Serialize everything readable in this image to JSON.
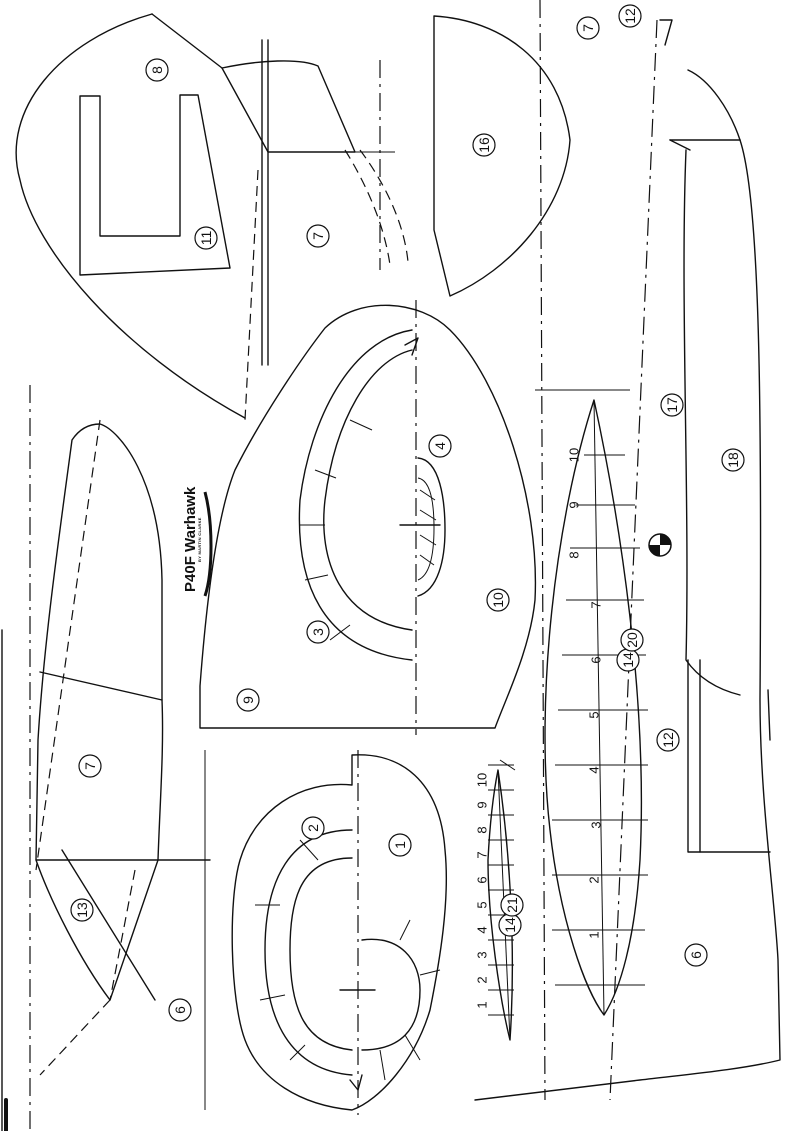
{
  "logo": {
    "title": "P40F Warhawk",
    "byline": "BY MARTIN CLARKE"
  },
  "parts": [
    {
      "key": "p1",
      "label": "1"
    },
    {
      "key": "p2",
      "label": "2"
    },
    {
      "key": "p3",
      "label": "3"
    },
    {
      "key": "p4",
      "label": "4"
    },
    {
      "key": "p6a",
      "label": "6"
    },
    {
      "key": "p6b",
      "label": "6"
    },
    {
      "key": "p7a",
      "label": "7"
    },
    {
      "key": "p7b",
      "label": "7"
    },
    {
      "key": "p7c",
      "label": "7"
    },
    {
      "key": "p8",
      "label": "8"
    },
    {
      "key": "p9",
      "label": "9"
    },
    {
      "key": "p10",
      "label": "10"
    },
    {
      "key": "p11",
      "label": "11"
    },
    {
      "key": "p12a",
      "label": "12"
    },
    {
      "key": "p12b",
      "label": "12"
    },
    {
      "key": "p13",
      "label": "13"
    },
    {
      "key": "p14a",
      "label": "14"
    },
    {
      "key": "p14b",
      "label": "14"
    },
    {
      "key": "p16",
      "label": "16"
    },
    {
      "key": "p17",
      "label": "17"
    },
    {
      "key": "p18",
      "label": "18"
    },
    {
      "key": "p20",
      "label": "20"
    },
    {
      "key": "p21",
      "label": "21"
    }
  ],
  "large_rib_numbers": [
    "1",
    "2",
    "3",
    "4",
    "5",
    "6",
    "7",
    "8",
    "9",
    "10"
  ],
  "small_rib_numbers": [
    "1",
    "2",
    "3",
    "4",
    "5",
    "6",
    "7",
    "8",
    "9",
    "10"
  ]
}
